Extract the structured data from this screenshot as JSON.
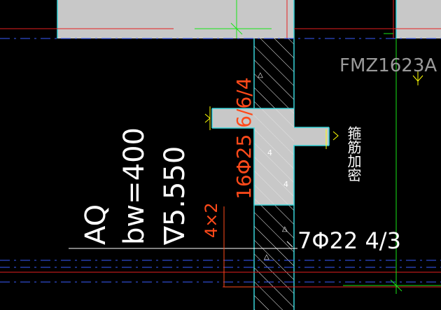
{
  "labels": {
    "tag_aq": "AQ",
    "tag_bw": "bw=400",
    "tag_elev": "∇5.550",
    "rebar_vert": "16Φ25 6/6/4",
    "rebar_horiz": "7Φ22 4/3",
    "stirrup": "4×2",
    "door_code": "FMZ1623A",
    "note_cn": "箍筋加密"
  },
  "colors": {
    "background": "#000000",
    "wall_fill": "#c8c8c8",
    "hatch": "#ffffff",
    "cyan": "#39d2d8",
    "green": "#19e619",
    "red": "#e62020",
    "blue": "#3a5cff",
    "orange": "#ff4a1a",
    "yellow": "#ffff00",
    "white_text": "#ffffff",
    "gray_text": "#9a9a9a"
  }
}
